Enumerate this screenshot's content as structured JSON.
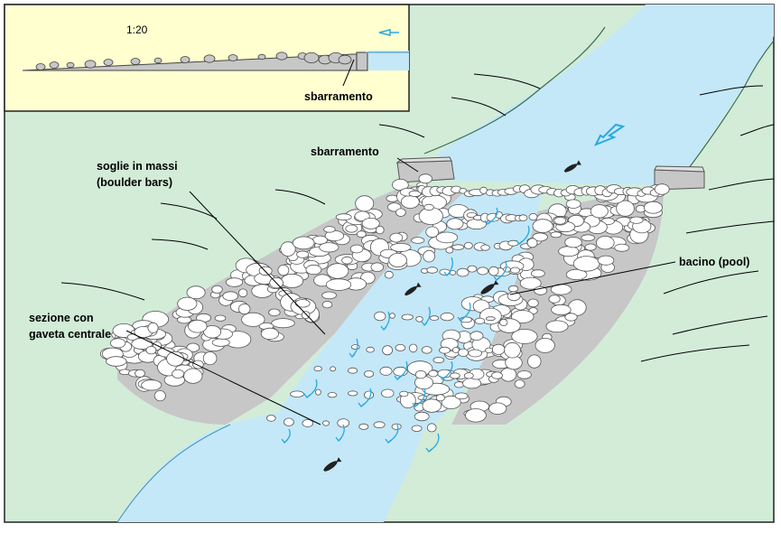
{
  "inset": {
    "scale_label": "1:20",
    "weir_label": "sbarramento"
  },
  "labels": {
    "weir": "sbarramento",
    "boulder_bars_line1": "soglie in massi",
    "boulder_bars_line2": "(boulder bars)",
    "pool": "bacino (pool)",
    "section_line1": "sezione con",
    "section_line2": "gaveta centrale"
  },
  "colors": {
    "bank_green": "#d2ecd8",
    "water_blue": "#c4e8f8",
    "ramp_gray": "#c7c7c7",
    "inset_yellow": "#ffffd0",
    "flow_arrow": "#2aa8e0",
    "fish": "#222222"
  },
  "icons": {
    "flow": "flow-arrow-icon",
    "fish": "fish-icon"
  }
}
